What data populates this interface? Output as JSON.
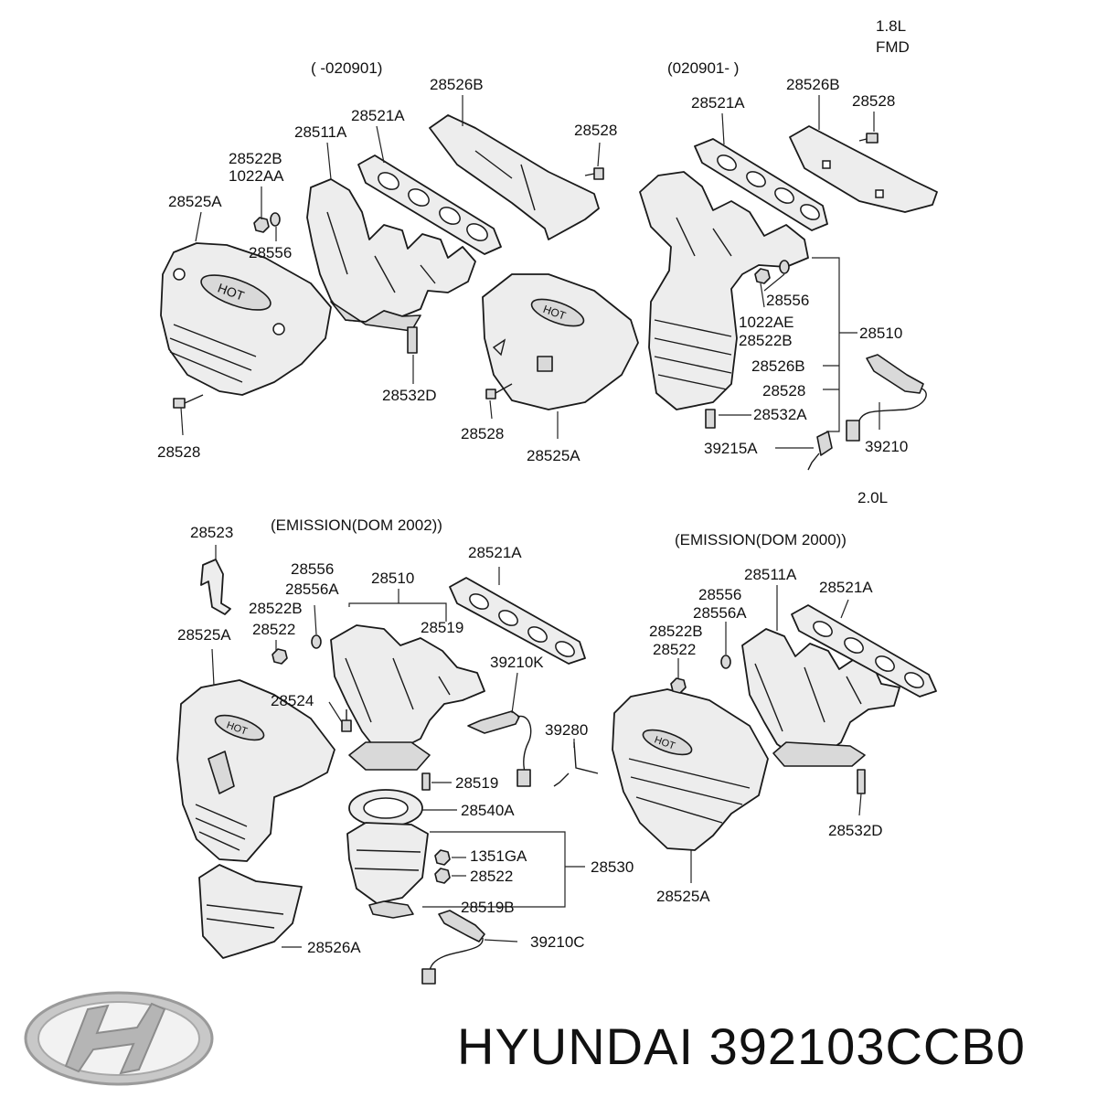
{
  "engine": {
    "top": "1.8L",
    "top_sub": "FMD",
    "bottom": "2.0L"
  },
  "headers": {
    "top_left": "( -020901)",
    "top_right": "(020901- )",
    "bottom_left": "(EMISSION(DOM 2002))",
    "bottom_right": "(EMISSION(DOM 2000))"
  },
  "badge_text": "HOT",
  "brand": {
    "name": "HYUNDAI",
    "part_number": "392103CCB0",
    "logo": "hyundai-logo"
  },
  "labels": {
    "tl_28526B": "28526B",
    "tl_28521A": "28521A",
    "tl_28511A": "28511A",
    "tl_28522B": "28522B",
    "tl_1022AA": "1022AA",
    "tl_28525A": "28525A",
    "tl_28556": "28556",
    "tl_28528_top": "28528",
    "tl_28532D": "28532D",
    "tl_28528_left": "28528",
    "tm_28528": "28528",
    "tm_28525A": "28525A",
    "tr_28521A": "28521A",
    "tr_28526B": "28526B",
    "tr_28528": "28528",
    "tr_28556": "28556",
    "tr_1022AE": "1022AE",
    "tr_28522B": "28522B",
    "tr_28510": "28510",
    "tr_28526B_2": "28526B",
    "tr_28528_2": "28528",
    "tr_28532A": "28532A",
    "tr_39215A": "39215A",
    "tr_39210": "39210",
    "bl_28523": "28523",
    "bl_28556": "28556",
    "bl_28556A": "28556A",
    "bl_28510": "28510",
    "bl_28521A": "28521A",
    "bl_28522B": "28522B",
    "bl_28522": "28522",
    "bl_28519_top": "28519",
    "bl_28525A": "28525A",
    "bl_39210K": "39210K",
    "bl_28524": "28524",
    "bl_39280": "39280",
    "bl_28519_mid": "28519",
    "bl_28540A": "28540A",
    "bl_1351GA": "1351GA",
    "bl_28530": "28530",
    "bl_28522_low": "28522",
    "bl_28519B": "28519B",
    "bl_28526A": "28526A",
    "bl_39210C": "39210C",
    "br_28511A": "28511A",
    "br_28521A": "28521A",
    "br_28556": "28556",
    "br_28556A": "28556A",
    "br_28522B": "28522B",
    "br_28522": "28522",
    "br_28532D": "28532D",
    "br_28525A": "28525A"
  }
}
